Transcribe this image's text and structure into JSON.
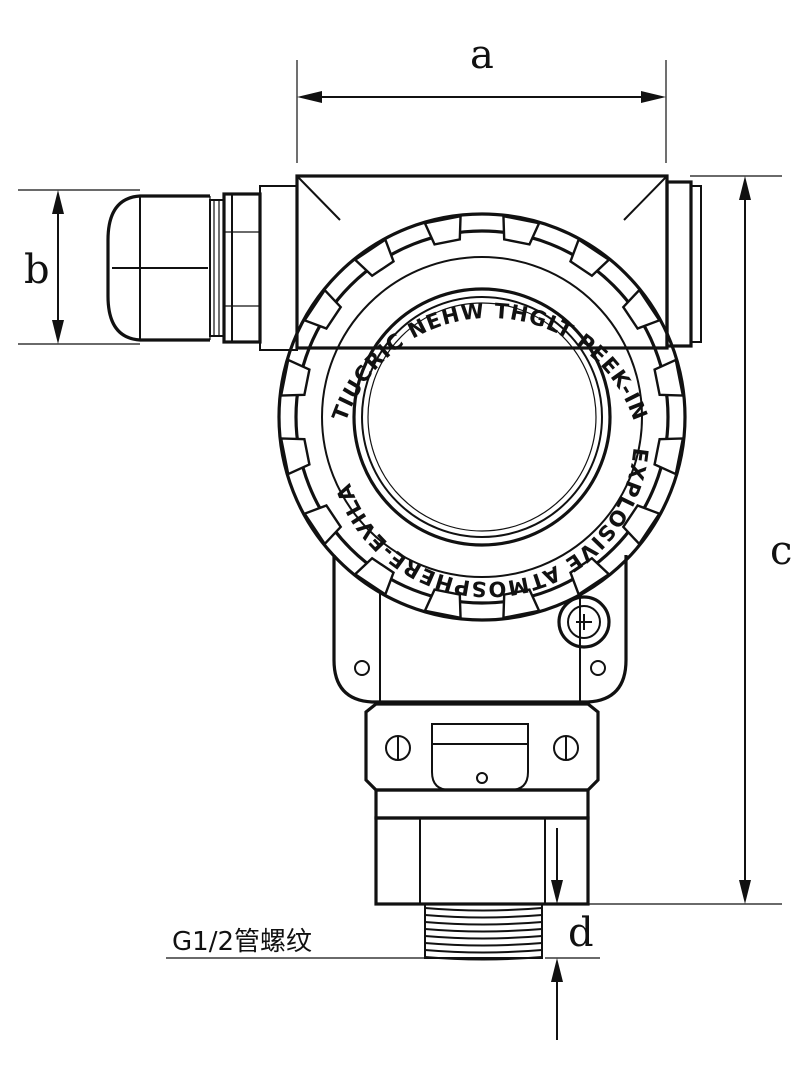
{
  "dimensions": {
    "a": "a",
    "b": "b",
    "c": "c",
    "d": "d"
  },
  "ring_text": {
    "top": "TIUCRIC NEHW  THGLT PEEK-IN",
    "bottom": "EXPLOSIVE ATMOSPHERE-EVILA"
  },
  "thread_label": "G1/2管螺纹",
  "icons": [
    "cable-gland-icon",
    "ground-screw-icon",
    "mounting-hole-icon",
    "lock-screw-icon"
  ]
}
